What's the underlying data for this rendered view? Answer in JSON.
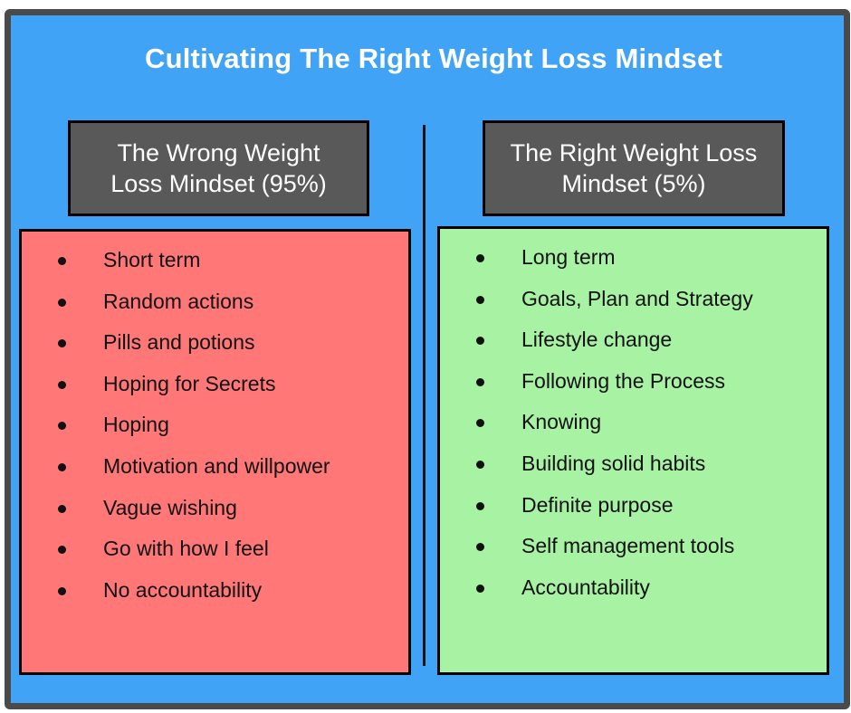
{
  "title": "Cultivating The Right Weight Loss Mindset",
  "colors": {
    "background": "#41A3F5",
    "border": "#4a4a4a",
    "header_box": "#595959",
    "wrong_panel": "#FF7777",
    "right_panel": "#A8F2A4"
  },
  "wrong_mindset": {
    "header_line1": "The Wrong Weight",
    "header_line2": "Loss Mindset (95%)",
    "items": [
      "Short term",
      "Random actions",
      "Pills and potions",
      "Hoping for Secrets",
      "Hoping",
      "Motivation and willpower",
      "Vague wishing",
      "Go with how I feel",
      "No accountability"
    ]
  },
  "right_mindset": {
    "header_line1": "The Right Weight Loss",
    "header_line2": "Mindset (5%)",
    "items": [
      "Long term",
      "Goals, Plan and Strategy",
      "Lifestyle change",
      "Following the Process",
      "Knowing",
      "Building solid habits",
      "Definite purpose",
      "Self management tools",
      "Accountability"
    ]
  }
}
